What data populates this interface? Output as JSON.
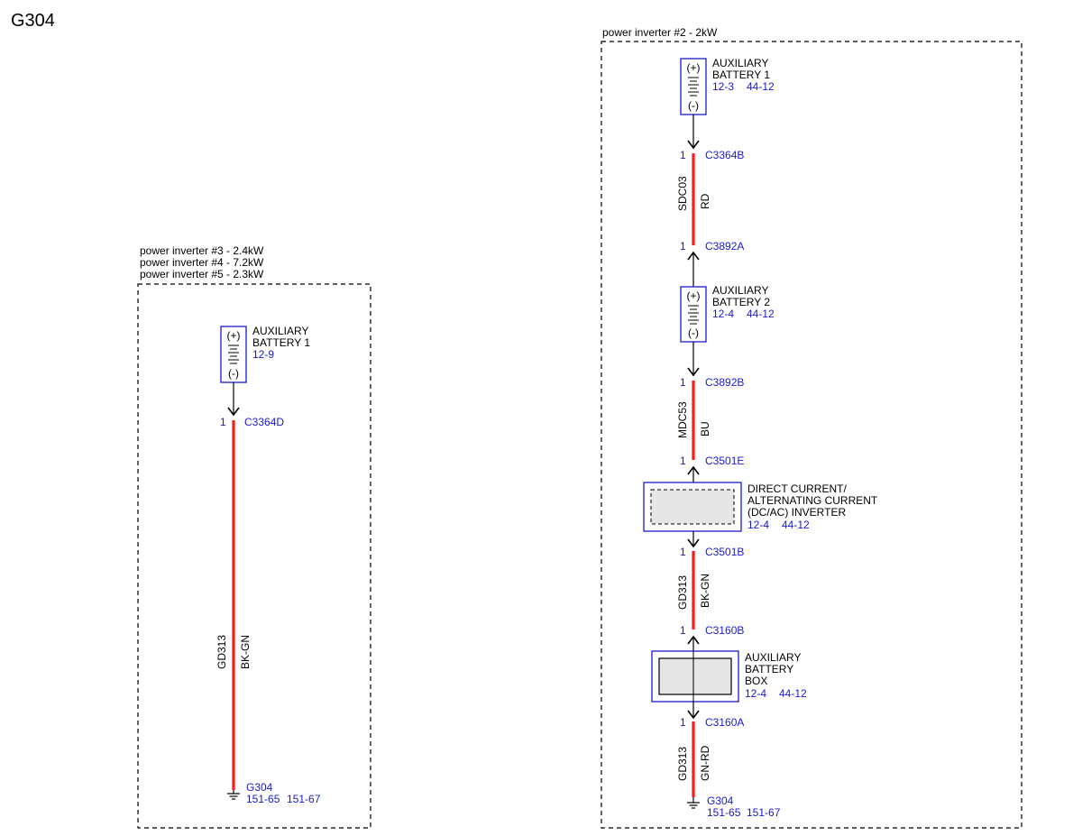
{
  "page": {
    "title": "G304"
  },
  "colors": {
    "wire": "#ff1a1a",
    "component": "#1a1acc",
    "link": "#1a1acc",
    "box_fill": "#e6e6e6"
  },
  "left_panel": {
    "caption": [
      "power inverter #3 - 2.4kW",
      "power inverter #4 - 7.2kW",
      "power inverter #5 - 2.3kW"
    ],
    "battery": {
      "plus": "(+)",
      "minus": "(-)",
      "name_lines": [
        "AUXILIARY",
        "BATTERY 1"
      ],
      "refs": [
        "12-9"
      ]
    },
    "connector_top": {
      "pin": "1",
      "name": "C3364D"
    },
    "wire": {
      "circuit": "GD313",
      "color": "BK-GN"
    },
    "ground": {
      "name": "G304",
      "refs": [
        "151-65",
        "151-67"
      ]
    }
  },
  "right_panel": {
    "caption": [
      "power inverter #2 - 2kW"
    ],
    "battery1": {
      "plus": "(+)",
      "minus": "(-)",
      "name_lines": [
        "AUXILIARY",
        "BATTERY 1"
      ],
      "refs": [
        "12-3",
        "44-12"
      ]
    },
    "conn_c3364b": {
      "pin": "1",
      "name": "C3364B"
    },
    "wire_sdc03": {
      "circuit": "SDC03",
      "color": "RD"
    },
    "conn_c3892a": {
      "pin": "1",
      "name": "C3892A"
    },
    "battery2": {
      "plus": "(+)",
      "minus": "(-)",
      "name_lines": [
        "AUXILIARY",
        "BATTERY 2"
      ],
      "refs": [
        "12-4",
        "44-12"
      ]
    },
    "conn_c3892b": {
      "pin": "1",
      "name": "C3892B"
    },
    "wire_mdc53": {
      "circuit": "MDC53",
      "color": "BU"
    },
    "conn_c3501e": {
      "pin": "1",
      "name": "C3501E"
    },
    "inverter": {
      "name_lines": [
        "DIRECT CURRENT/",
        "ALTERNATING CURRENT",
        "(DC/AC) INVERTER"
      ],
      "refs": [
        "12-4",
        "44-12"
      ]
    },
    "conn_c3501b": {
      "pin": "1",
      "name": "C3501B"
    },
    "wire_gd313_a": {
      "circuit": "GD313",
      "color": "BK-GN"
    },
    "conn_c3160b": {
      "pin": "1",
      "name": "C3160B"
    },
    "aux_box": {
      "name_lines": [
        "AUXILIARY",
        "BATTERY",
        "BOX"
      ],
      "refs": [
        "12-4",
        "44-12"
      ]
    },
    "conn_c3160a": {
      "pin": "1",
      "name": "C3160A"
    },
    "wire_gd313_b": {
      "circuit": "GD313",
      "color": "GN-RD"
    },
    "ground": {
      "name": "G304",
      "refs": [
        "151-65",
        "151-67"
      ]
    }
  }
}
